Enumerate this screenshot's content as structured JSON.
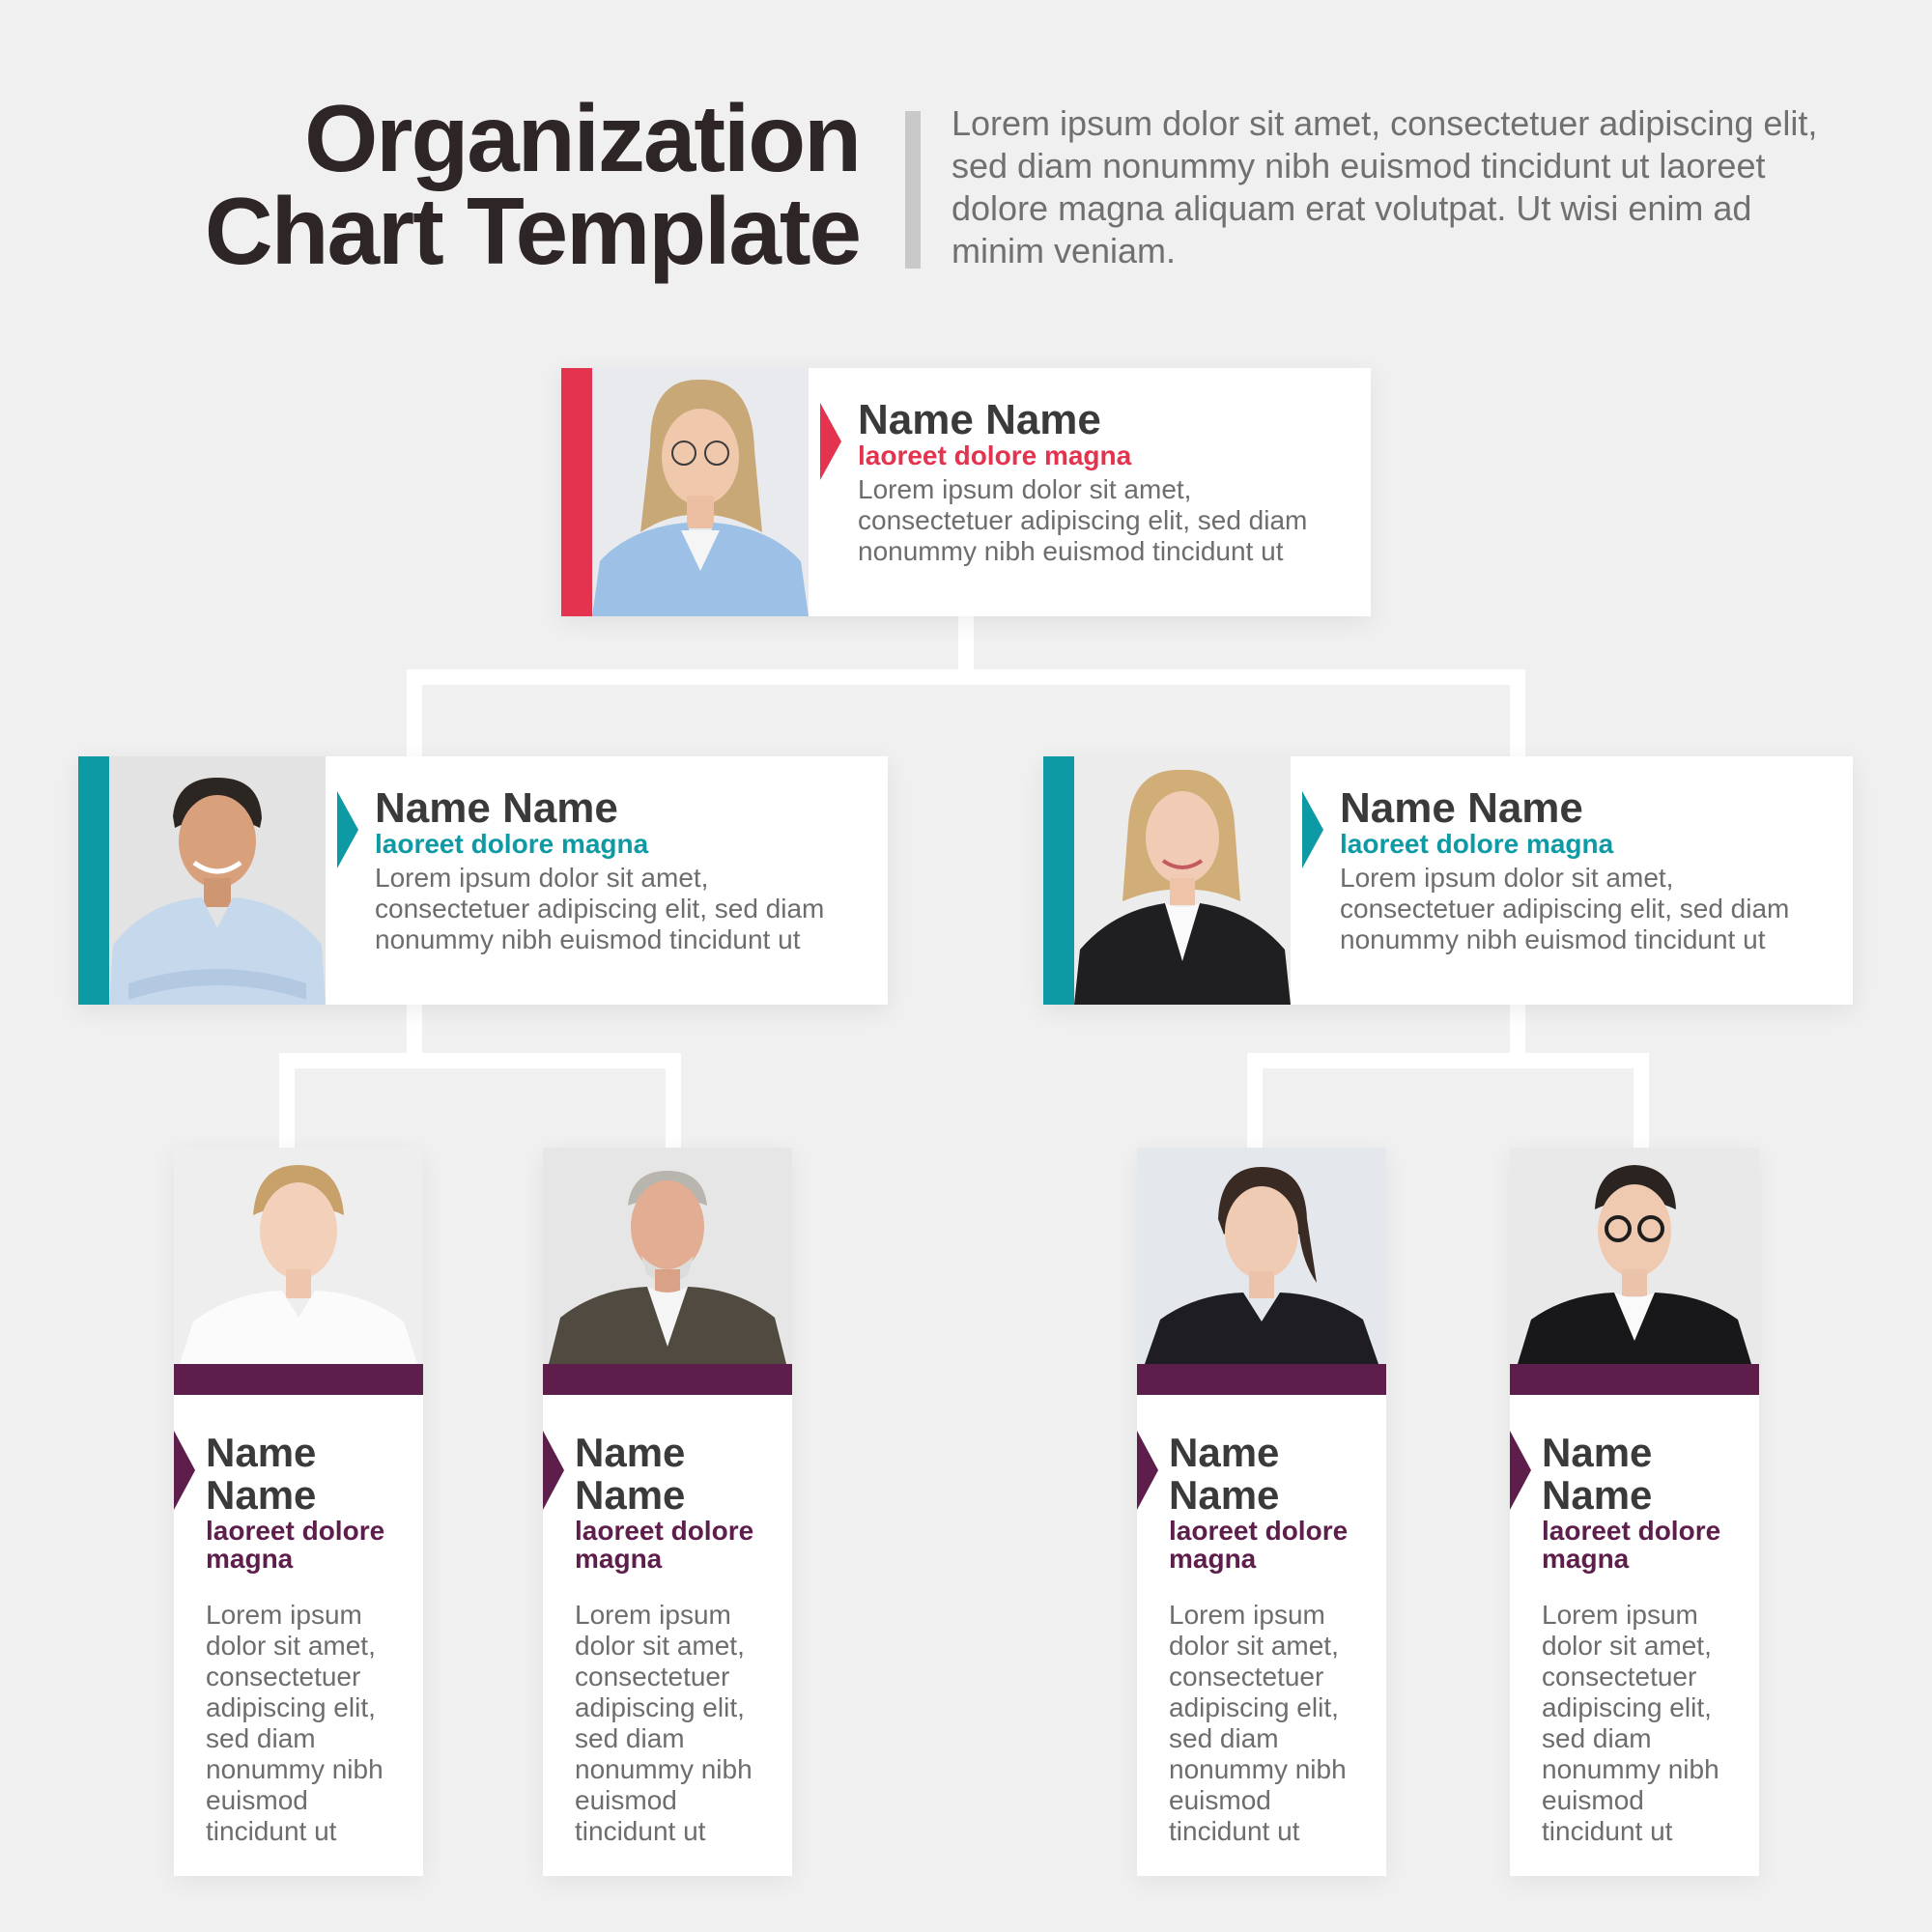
{
  "header": {
    "title_line1": "Organization",
    "title_line2": "Chart Template",
    "intro": "Lorem ipsum dolor sit amet, consectetuer adipiscing elit, sed diam nonummy nibh euismod tincidunt ut laoreet dolore magna aliquam erat volutpat. Ut wisi enim ad minim veniam."
  },
  "colors": {
    "top_accent": "#e4334e",
    "middle_accent": "#0e9aa4",
    "bottom_accent": "#5e1e4c",
    "background": "#f0f0f0",
    "title": "#2d2526"
  },
  "top": {
    "name": "Name Name",
    "role": "laoreet dolore magna",
    "desc": "Lorem ipsum dolor sit amet, consectetuer adipiscing elit, sed diam nonummy nibh euismod tincidunt ut",
    "photo": "woman-glasses-blue-shirt"
  },
  "middle": [
    {
      "name": "Name Name",
      "role": "laoreet dolore magna",
      "desc": "Lorem ipsum dolor sit amet, consectetuer adipiscing elit, sed diam nonummy nibh euismod tincidunt ut",
      "photo": "man-light-blue-shirt"
    },
    {
      "name": "Name Name",
      "role": "laoreet dolore magna",
      "desc": "Lorem ipsum dolor sit amet, consectetuer adipiscing elit, sed diam nonummy nibh euismod tincidunt ut",
      "photo": "woman-black-blazer"
    }
  ],
  "bottom": [
    {
      "name_line1": "Name",
      "name_line2": "Name",
      "role_line1": "laoreet dolore",
      "role_line2": "magna",
      "desc": "Lorem ipsum dolor sit amet, consectetuer adipiscing elit, sed diam nonummy nibh euismod tincidunt ut",
      "photo": "woman-white-blouse"
    },
    {
      "name_line1": "Name",
      "name_line2": "Name",
      "role_line1": "laoreet dolore",
      "role_line2": "magna",
      "desc": "Lorem ipsum dolor sit amet, consectetuer adipiscing elit, sed diam nonummy nibh euismod tincidunt ut",
      "photo": "older-man-tweed-jacket"
    },
    {
      "name_line1": "Name",
      "name_line2": "Name",
      "role_line1": "laoreet dolore",
      "role_line2": "magna",
      "desc": "Lorem ipsum dolor sit amet, consectetuer adipiscing elit, sed diam nonummy nibh euismod tincidunt ut",
      "photo": "woman-ponytail-black-blazer"
    },
    {
      "name_line1": "Name",
      "name_line2": "Name",
      "role_line1": "laoreet dolore",
      "role_line2": "magna",
      "desc": "Lorem ipsum dolor sit amet, consectetuer adipiscing elit, sed diam nonummy nibh euismod tincidunt ut",
      "photo": "young-man-glasses-suit"
    }
  ]
}
